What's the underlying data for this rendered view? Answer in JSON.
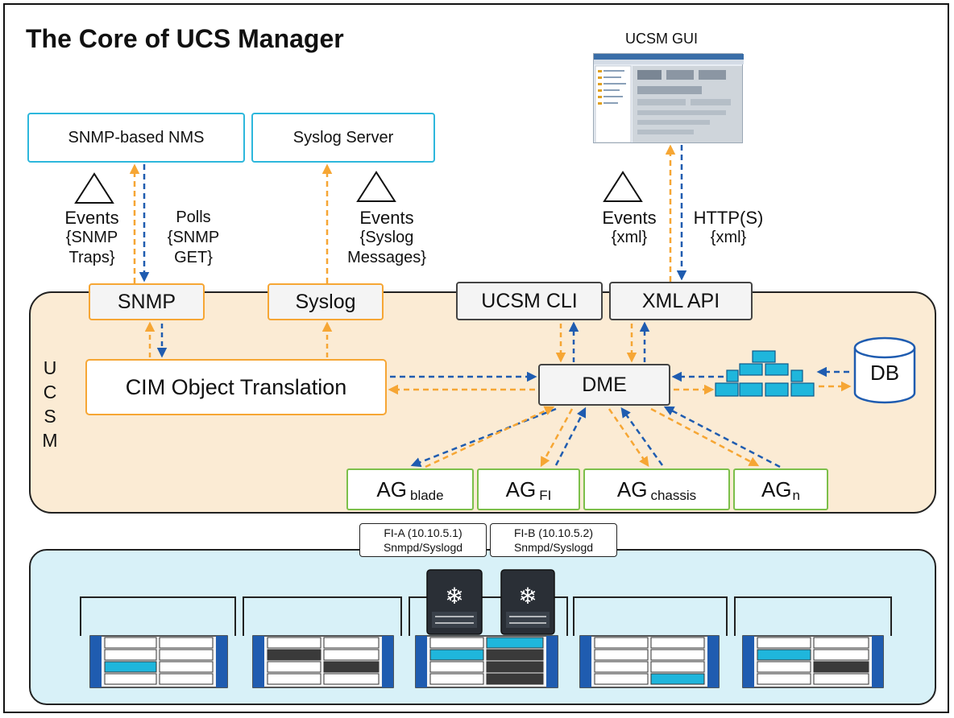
{
  "title": "The Core of UCS Manager",
  "gui": {
    "label": "UCSM GUI"
  },
  "external": {
    "nms": "SNMP-based NMS",
    "syslog_server": "Syslog Server"
  },
  "annotations": {
    "snmp_events": {
      "line1": "Events",
      "line2": "{SNMP",
      "line3": "Traps}"
    },
    "snmp_polls": {
      "line1": "Polls",
      "line2": "{SNMP",
      "line3": "GET}"
    },
    "syslog_events": {
      "line1": "Events",
      "line2": "{Syslog",
      "line3": "Messages}"
    },
    "xml_events": {
      "line1": "Events",
      "line2": "{xml}"
    },
    "http": {
      "line1": "HTTP(S)",
      "line2": "{xml}"
    }
  },
  "ucsm": {
    "vertical_label": [
      "U",
      "C",
      "S",
      "M"
    ],
    "interfaces": {
      "snmp": "SNMP",
      "syslog": "Syslog",
      "cli": "UCSM CLI",
      "xml_api": "XML API"
    },
    "cim": "CIM Object Translation",
    "dme": "DME",
    "db": "DB",
    "agents": [
      {
        "base": "AG",
        "sub": "blade"
      },
      {
        "base": "AG",
        "sub": "FI"
      },
      {
        "base": "AG",
        "sub": "chassis"
      },
      {
        "base": "AG",
        "sub": "n"
      }
    ]
  },
  "fabric": {
    "fi_a": {
      "line1": "FI-A (10.10.5.1)",
      "line2": "Snmpd/Syslogd"
    },
    "fi_b": {
      "line1": "FI-B (10.10.5.2)",
      "line2": "Snmpd/Syslogd"
    }
  },
  "colors": {
    "orange": "#f6a634",
    "blue": "#1f5cb0",
    "cyan": "#1fb6dc",
    "green": "#7cbf4a",
    "ucsm_bg": "#fbebd4",
    "hw_bg": "#d8f1f8"
  }
}
